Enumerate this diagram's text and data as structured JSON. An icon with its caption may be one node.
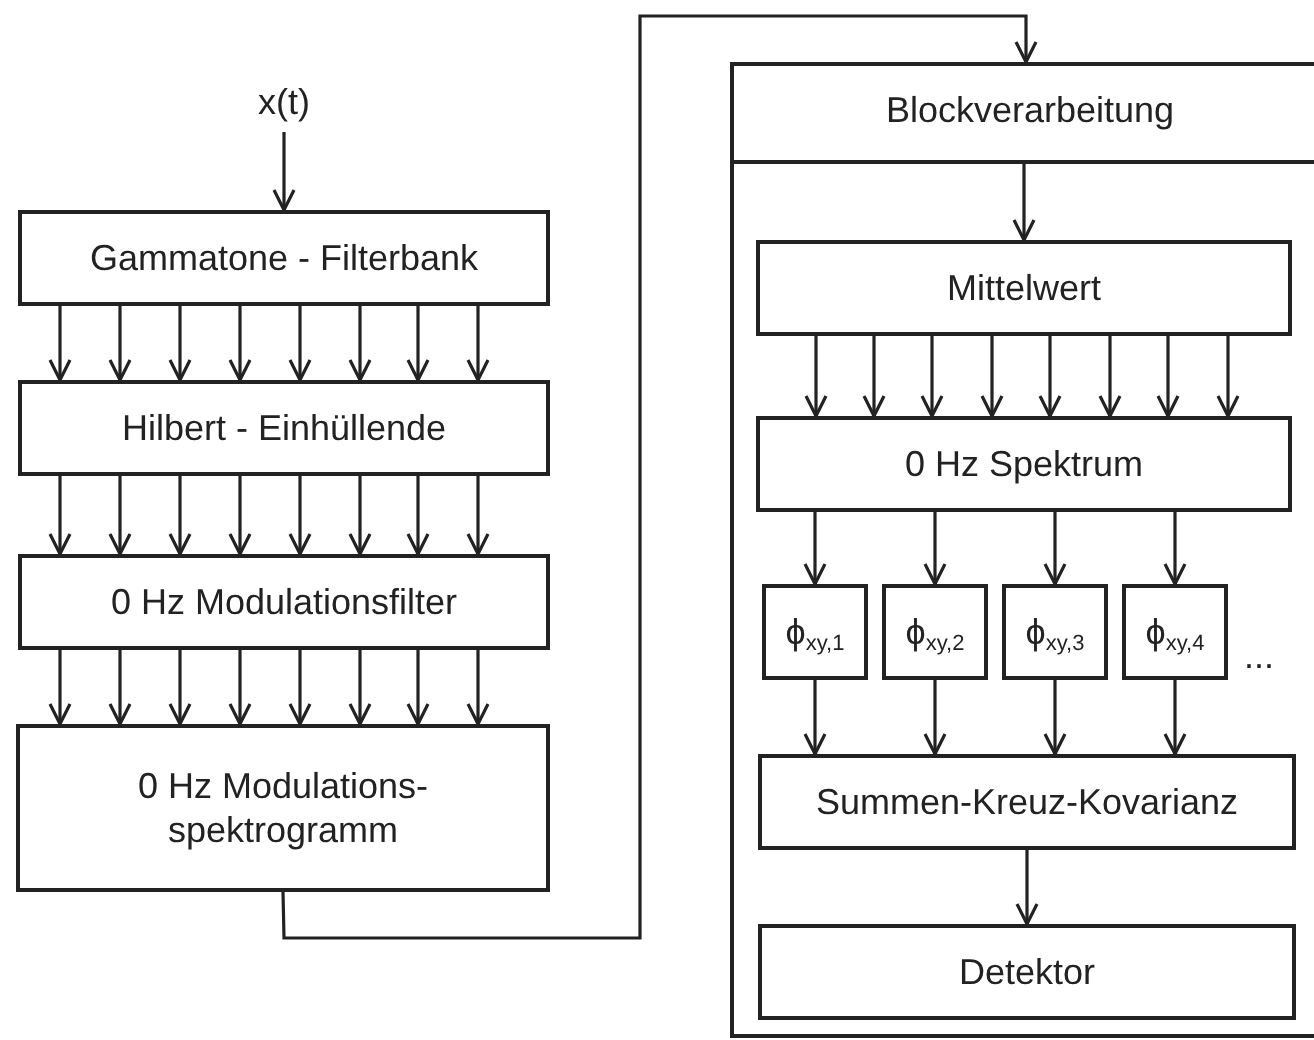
{
  "diagram": {
    "nodes": [
      {
        "text": [
          "x(t)"
        ]
      },
      {
        "text": [
          "Gammatone - Filterbank"
        ]
      },
      {
        "text": [
          "Hilbert - Einhüllende"
        ]
      },
      {
        "text": [
          "0 Hz Modulationsfilter"
        ]
      },
      {
        "text": [
          "0 Hz Modulations- spektrogramm"
        ]
      },
      {
        "text": [],
        "shape": "box"
      },
      {
        "text": [
          "Blockverarbeitung"
        ],
        "in": 5
      },
      {
        "text": [
          "Mittelwert"
        ],
        "in": 5
      },
      {
        "text": [
          "0 Hz Spektrum"
        ],
        "in": 5
      },
      {
        "text": [
          "ϕ$_{xy,1}$"
        ],
        "in": 5
      },
      {
        "text": [
          "ϕ$_{xy,2}$"
        ],
        "in": 5
      },
      {
        "text": [
          "ϕ$_{xy,3}$"
        ],
        "in": 5
      },
      {
        "text": [
          "ϕ$_{xy,4}$"
        ],
        "in": 5
      },
      {
        "text": [
          "Summen-Kreuz-Kovarianz"
        ],
        "in": 5
      },
      {
        "text": [
          "Detektor"
        ],
        "in": 5
      }
    ],
    "edges": [
      {
        "from": 0,
        "to": 1,
        "arrow": "to"
      },
      {
        "from": 1,
        "to": 2,
        "arrow": "to"
      },
      {
        "from": 1,
        "to": 2,
        "arrow": "to"
      },
      {
        "from": 1,
        "to": 2,
        "arrow": "to"
      },
      {
        "from": 1,
        "to": 2,
        "arrow": "to"
      },
      {
        "from": 1,
        "to": 2,
        "arrow": "to"
      },
      {
        "from": 1,
        "to": 2,
        "arrow": "to"
      },
      {
        "from": 1,
        "to": 2,
        "arrow": "to"
      },
      {
        "from": 1,
        "to": 2,
        "arrow": "to"
      },
      {
        "from": 2,
        "to": 3,
        "arrow": "to"
      },
      {
        "from": 2,
        "to": 3,
        "arrow": "to"
      },
      {
        "from": 2,
        "to": 3,
        "arrow": "to"
      },
      {
        "from": 2,
        "to": 3,
        "arrow": "to"
      },
      {
        "from": 2,
        "to": 3,
        "arrow": "to"
      },
      {
        "from": 2,
        "to": 3,
        "arrow": "to"
      },
      {
        "from": 2,
        "to": 3,
        "arrow": "to"
      },
      {
        "from": 2,
        "to": 3,
        "arrow": "to"
      },
      {
        "from": 3,
        "to": 4,
        "arrow": "to"
      },
      {
        "from": 3,
        "to": 4,
        "arrow": "to"
      },
      {
        "from": 3,
        "to": 4,
        "arrow": "to"
      },
      {
        "from": 3,
        "to": 4,
        "arrow": "to"
      },
      {
        "from": 3,
        "to": 4,
        "arrow": "to"
      },
      {
        "from": 3,
        "to": 4,
        "arrow": "to"
      },
      {
        "from": 3,
        "to": 4,
        "arrow": "to"
      },
      {
        "from": 3,
        "to": 4,
        "arrow": "to"
      },
      {
        "from": 4,
        "to": 6,
        "arrow": "to"
      },
      {
        "from": 6,
        "to": 7,
        "arrow": "to"
      },
      {
        "from": 7,
        "to": 8,
        "arrow": "to"
      },
      {
        "from": 7,
        "to": 8,
        "arrow": "to"
      },
      {
        "from": 7,
        "to": 8,
        "arrow": "to"
      },
      {
        "from": 7,
        "to": 8,
        "arrow": "to"
      },
      {
        "from": 7,
        "to": 8,
        "arrow": "to"
      },
      {
        "from": 7,
        "to": 8,
        "arrow": "to"
      },
      {
        "from": 7,
        "to": 8,
        "arrow": "to"
      },
      {
        "from": 7,
        "to": 8,
        "arrow": "to"
      },
      {
        "from": 8,
        "to": 9,
        "arrow": "to"
      },
      {
        "from": 8,
        "to": 10,
        "arrow": "to"
      },
      {
        "from": 8,
        "to": 11,
        "arrow": "to"
      },
      {
        "from": 8,
        "to": 12,
        "arrow": "to"
      },
      {
        "from": 9,
        "to": 13,
        "arrow": "to"
      },
      {
        "from": 10,
        "to": 13,
        "arrow": "to"
      },
      {
        "from": 11,
        "to": 13,
        "arrow": "to"
      },
      {
        "from": 12,
        "to": 13,
        "arrow": "to"
      },
      {
        "from": 13,
        "to": 14,
        "arrow": "to"
      }
    ],
    "labels": [
      "..."
    ]
  }
}
